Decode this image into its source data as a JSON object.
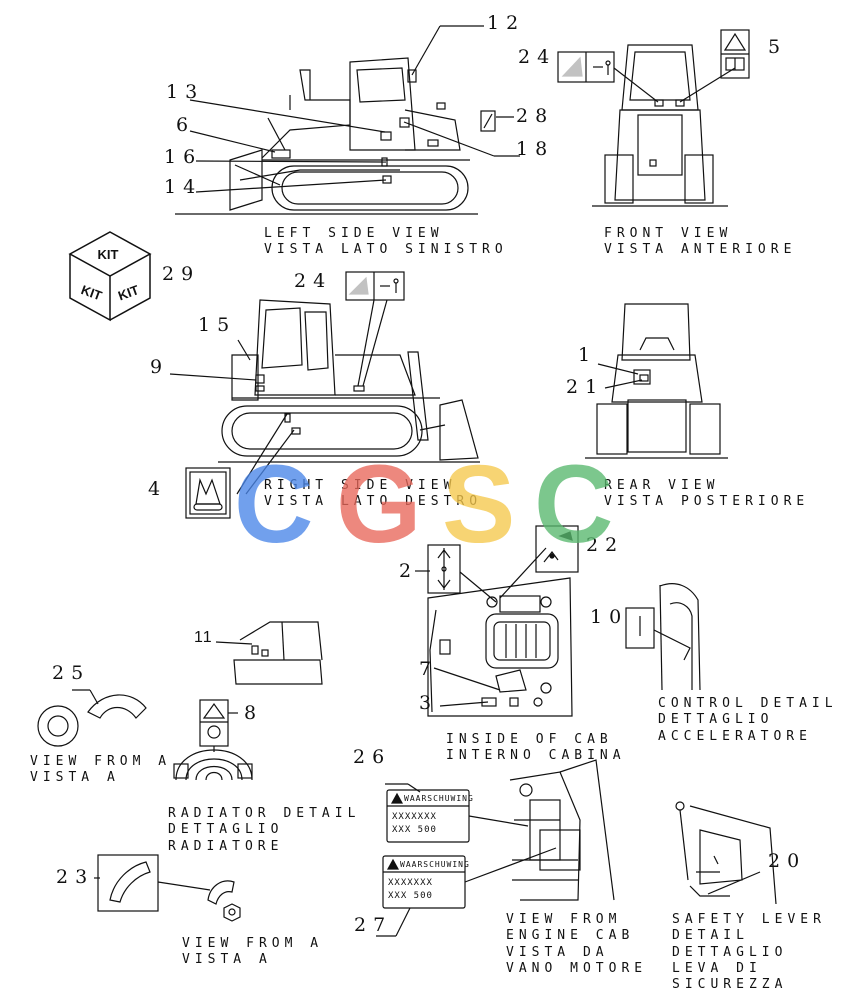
{
  "callouts": {
    "n1": "1",
    "n2": "2",
    "n3": "3",
    "n4": "4",
    "n5": "5",
    "n6": "6",
    "n7": "7",
    "n8": "8",
    "n9": "9",
    "n10": "10",
    "n11": "11",
    "n12": "12",
    "n13": "13",
    "n14": "14",
    "n15": "15",
    "n16": "16",
    "n18": "18",
    "n20": "20",
    "n21": "21",
    "n22": "22",
    "n23": "23",
    "n24a": "24",
    "n24b": "24",
    "n25": "25",
    "n26": "26",
    "n27": "27",
    "n28": "28",
    "n29": "29"
  },
  "views": {
    "left_side": [
      "LEFT SIDE VIEW",
      "VISTA LATO SINISTRO"
    ],
    "front": [
      "FRONT VIEW",
      "VISTA ANTERIORE"
    ],
    "right_side": [
      "RIGHT SIDE VIEW",
      "VISTA LATO DESTRO"
    ],
    "rear": [
      "REAR VIEW",
      "VISTA POSTERIORE"
    ],
    "inside_cab": [
      "INSIDE OF CAB",
      "INTERNO CABINA"
    ],
    "control": [
      "CONTROL DETAIL",
      "DETTAGLIO",
      "ACCELERATORE"
    ],
    "view_from_a_top": [
      "VIEW FROM A",
      "VISTA A"
    ],
    "radiator": [
      "RADIATOR DETAIL",
      "DETTAGLIO",
      "RADIATORE"
    ],
    "view_from_a_bottom": [
      "VIEW FROM A",
      "VISTA A"
    ],
    "engine": [
      "VIEW FROM ENGINE CAB",
      "VISTA DA VANO MOTORE"
    ],
    "safety": [
      "SAFETY LEVER DETAIL",
      "DETTAGLIO",
      "LEVA DI SICUREZZA"
    ]
  },
  "kit_text": "KIT",
  "warning": {
    "title": "WAARSCHUWING",
    "line1": "XXXXXXX",
    "line2": "XXX 500"
  },
  "watermark": {
    "letters": [
      "C",
      "G",
      "S",
      "C"
    ],
    "colors": [
      "#4a86e8",
      "#e8675a",
      "#f5c84c",
      "#58b86e"
    ]
  }
}
